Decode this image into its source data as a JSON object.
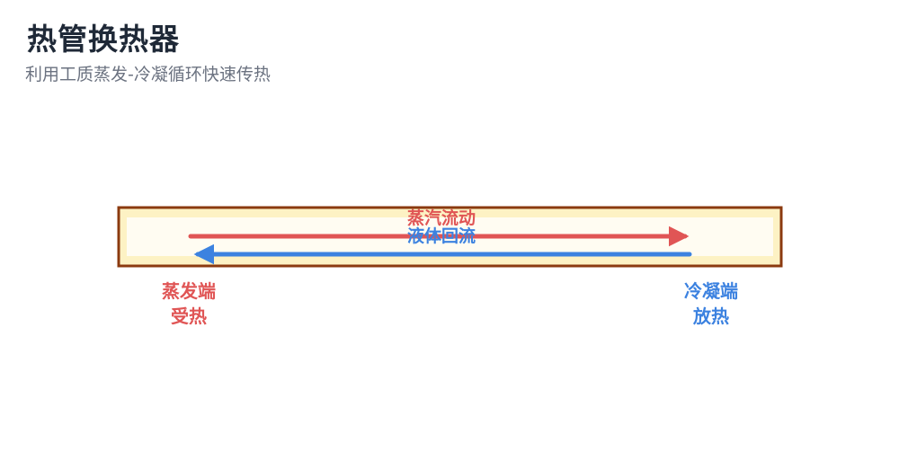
{
  "title": "热管换热器",
  "subtitle": "利用工质蒸发-冷凝循环快速传热",
  "diagram": {
    "vapor_label": "蒸汽流动",
    "liquid_label": "液体回流",
    "evaporator": {
      "line1": "蒸发端",
      "line2": "受热"
    },
    "condenser": {
      "line1": "冷凝端",
      "line2": "放热"
    }
  },
  "colors": {
    "pipe_border": "#8b3a0f",
    "pipe_wall": "#fdf2c4",
    "pipe_core": "#fffcf2",
    "vapor": "#e05555",
    "liquid": "#3c82e0",
    "title": "#1f2937",
    "subtitle": "#6b7280"
  }
}
